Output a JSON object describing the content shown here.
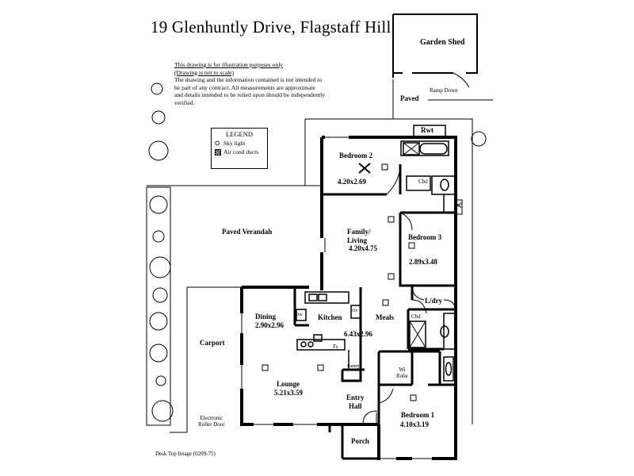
{
  "title": "19 Glenhuntly Drive,  Flagstaff Hill",
  "disclaimer": {
    "line1": "This drawing is for illustration purposes only",
    "line2": "(Drawing is not to scale)",
    "body": "The drawing and the information contained is not intended to be part of any contract.  All measurements are approximate and details intended to be relied upon should be independently verified."
  },
  "legend": {
    "title": "LEGEND",
    "items": [
      "Sky light",
      "Air cond ducts"
    ],
    "icons": [
      "skylight-icon",
      "air-duct-icon"
    ]
  },
  "rooms": {
    "garden_shed": "Garden Shed",
    "ramp_down": "Ramp Down",
    "paved": "Paved",
    "rwt": "Rwt",
    "bedroom2_name": "Bedroom 2",
    "bedroom2_size": "4.20x2.69",
    "cbd1": "Cbd",
    "wc": "WC",
    "family_name": "Family/\nLiving",
    "family_size": "4.20x4.75",
    "bedroom3_name": "Bedroom 3",
    "bedroom3_size": "2.89x3.48",
    "paved_verandah": "Paved Verandah",
    "ldry": "L/dry",
    "cbd2": "Cbd",
    "dining_name": "Dining",
    "dining_size": "2.90x2.96",
    "dw": "Dw",
    "ov": "Ov",
    "kitchen": "Kitchen",
    "meals": "Meals",
    "meals_size": "6.43x2.96",
    "fs": "Fs",
    "pantry": "Pantry",
    "carport": "Carport",
    "wi_robe": "Wi\nRobe",
    "lounge_name": "Lounge",
    "lounge_size": "5.21x3.59",
    "entry_hall": "Entry\nHall",
    "bedroom1_name": "Bedroom 1",
    "bedroom1_size": "4.10x3.19",
    "roller_door": "Electronic\nRoller Door",
    "porch": "Porch"
  },
  "footer": "Desk Top Image  (0209-75)",
  "colors": {
    "ink": "#000000",
    "paper": "#ffffff"
  }
}
